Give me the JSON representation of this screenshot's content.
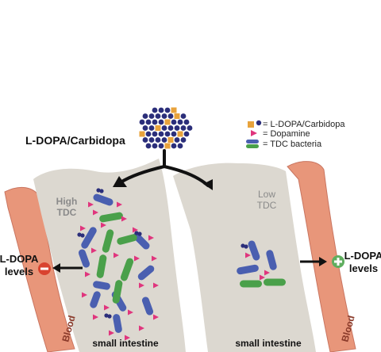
{
  "drug": {
    "label": "L-DOPA/Carbidopa"
  },
  "legend": {
    "items": [
      {
        "icon": "l-dopa-carbidopa-icon",
        "text": "= L-DOPA/Carbidopa"
      },
      {
        "icon": "dopamine-icon",
        "text": "= Dopamine"
      },
      {
        "icon": "tdc-bacteria-icon",
        "text": "= TDC bacteria"
      }
    ]
  },
  "left_panel": {
    "tdc_line1": "High",
    "tdc_line2": "TDC",
    "intestine_label": "small intestine",
    "blood_label": "Blood",
    "levels_line1": "L-DOPA",
    "levels_line2": "levels",
    "sign": "−"
  },
  "right_panel": {
    "tdc_line1": "Low",
    "tdc_line2": "TDC",
    "intestine_label": "small intestine",
    "blood_label": "Blood",
    "levels_line1": "L-DOPA",
    "levels_line2": "levels",
    "sign": "+"
  },
  "colors": {
    "intestine": "#dcd8d0",
    "blood_vessel": "#e8967a",
    "blood_vessel_edge": "#c97560",
    "ldopa_dot": "#2b2e7a",
    "carbidopa_square": "#e8a33c",
    "dopamine": "#e0357d",
    "bacteria_blue": "#4a5fb0",
    "bacteria_green": "#4aa04a",
    "minus_circle": "#d9432f",
    "plus_circle": "#5fae5f",
    "tdc_text": "#8a8a8a",
    "arrow": "#111111"
  }
}
